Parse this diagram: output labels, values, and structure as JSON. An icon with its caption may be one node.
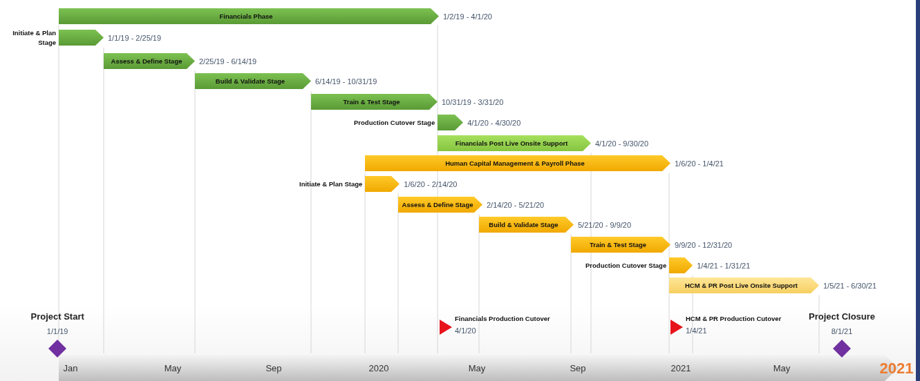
{
  "diagram": {
    "nodes": [
      {
        "text": [
          "Financials Phase"
        ],
        "beside": [
          "1/2/19 - 4/1/20"
        ]
      },
      {
        "text": [
          "Initiate & Plan Stage"
        ],
        "beside": [
          "1/1/19 - 2/25/19"
        ]
      },
      {
        "text": [
          "Assess & Define Stage"
        ],
        "beside": [
          "2/25/19 - 6/14/19"
        ]
      },
      {
        "text": [
          "Build & Validate Stage"
        ],
        "beside": [
          "6/14/19 - 10/31/19"
        ]
      },
      {
        "text": [
          "Train & Test Stage"
        ],
        "beside": [
          "10/31/19 - 3/31/20"
        ]
      },
      {
        "text": [
          "Production Cutover Stage"
        ],
        "beside": [
          "4/1/20 - 4/30/20"
        ]
      },
      {
        "text": [
          "Financials Post Live Onsite Support"
        ],
        "beside": [
          "4/1/20 - 9/30/20"
        ]
      },
      {
        "text": [
          "Human Capital Management & Payroll Phase"
        ],
        "beside": [
          "1/6/20 - 1/4/21"
        ]
      },
      {
        "text": [
          "Initiate & Plan Stage"
        ],
        "beside": [
          "1/6/20 - 2/14/20"
        ]
      },
      {
        "text": [
          "Assess & Define Stage"
        ],
        "beside": [
          "2/14/20 - 5/21/20"
        ]
      },
      {
        "text": [
          "Build & Validate Stage"
        ],
        "beside": [
          "5/21/20 - 9/9/20"
        ]
      },
      {
        "text": [
          "Train & Test Stage"
        ],
        "beside": [
          "9/9/20 - 12/31/20"
        ]
      },
      {
        "text": [
          "Production Cutover Stage"
        ],
        "beside": [
          "1/4/21 - 1/31/21"
        ]
      },
      {
        "text": [
          "HCM & PR Post Live Onsite Support"
        ],
        "beside": [
          "1/5/21 - 6/30/21"
        ]
      },
      {
        "text": [
          "Project Start"
        ],
        "beside": [
          "1/1/19"
        ]
      },
      {
        "text": [
          "Financials Production Cutover"
        ],
        "beside": [
          "4/1/20"
        ]
      },
      {
        "text": [
          "HCM & PR Production Cutover"
        ],
        "beside": [
          "1/4/21"
        ]
      },
      {
        "text": [
          "Project Closure"
        ],
        "beside": [
          "8/1/21"
        ]
      }
    ],
    "labels": [
      "Jan",
      "May",
      "Sep",
      "2020",
      "May",
      "Sep",
      "2021",
      "May",
      "2021"
    ]
  }
}
